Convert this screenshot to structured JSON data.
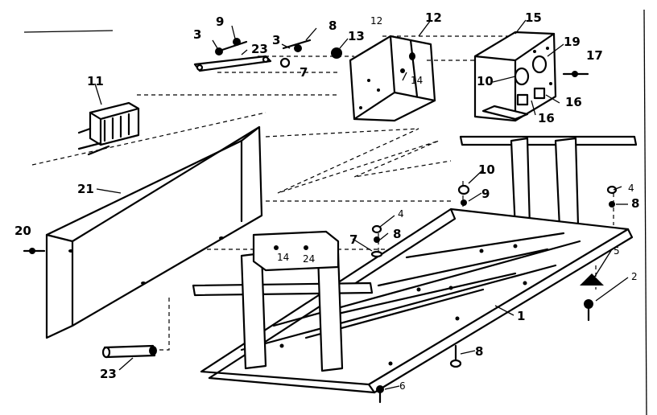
{
  "labels": {
    "l3a": "3",
    "l9a": "9",
    "l8a": "8",
    "l3b": "3",
    "l23a": "23",
    "l7a": "7",
    "l11": "11",
    "l13a": "13",
    "l12a": "12",
    "l12b": "12",
    "l15": "15",
    "l19": "19",
    "l17": "17",
    "l10a": "10",
    "l14a": "14",
    "l16a": "16",
    "l16b": "16",
    "l21": "21",
    "l20": "20",
    "l10b": "10",
    "l9b": "9",
    "l4a": "4",
    "l8b": "8",
    "l7b": "7",
    "l14b": "14",
    "l24": "24",
    "l4b": "4",
    "l8c": "8",
    "l5": "5",
    "l2": "2",
    "l1": "1",
    "l8d": "8",
    "l6": "6",
    "l23b": "23"
  }
}
